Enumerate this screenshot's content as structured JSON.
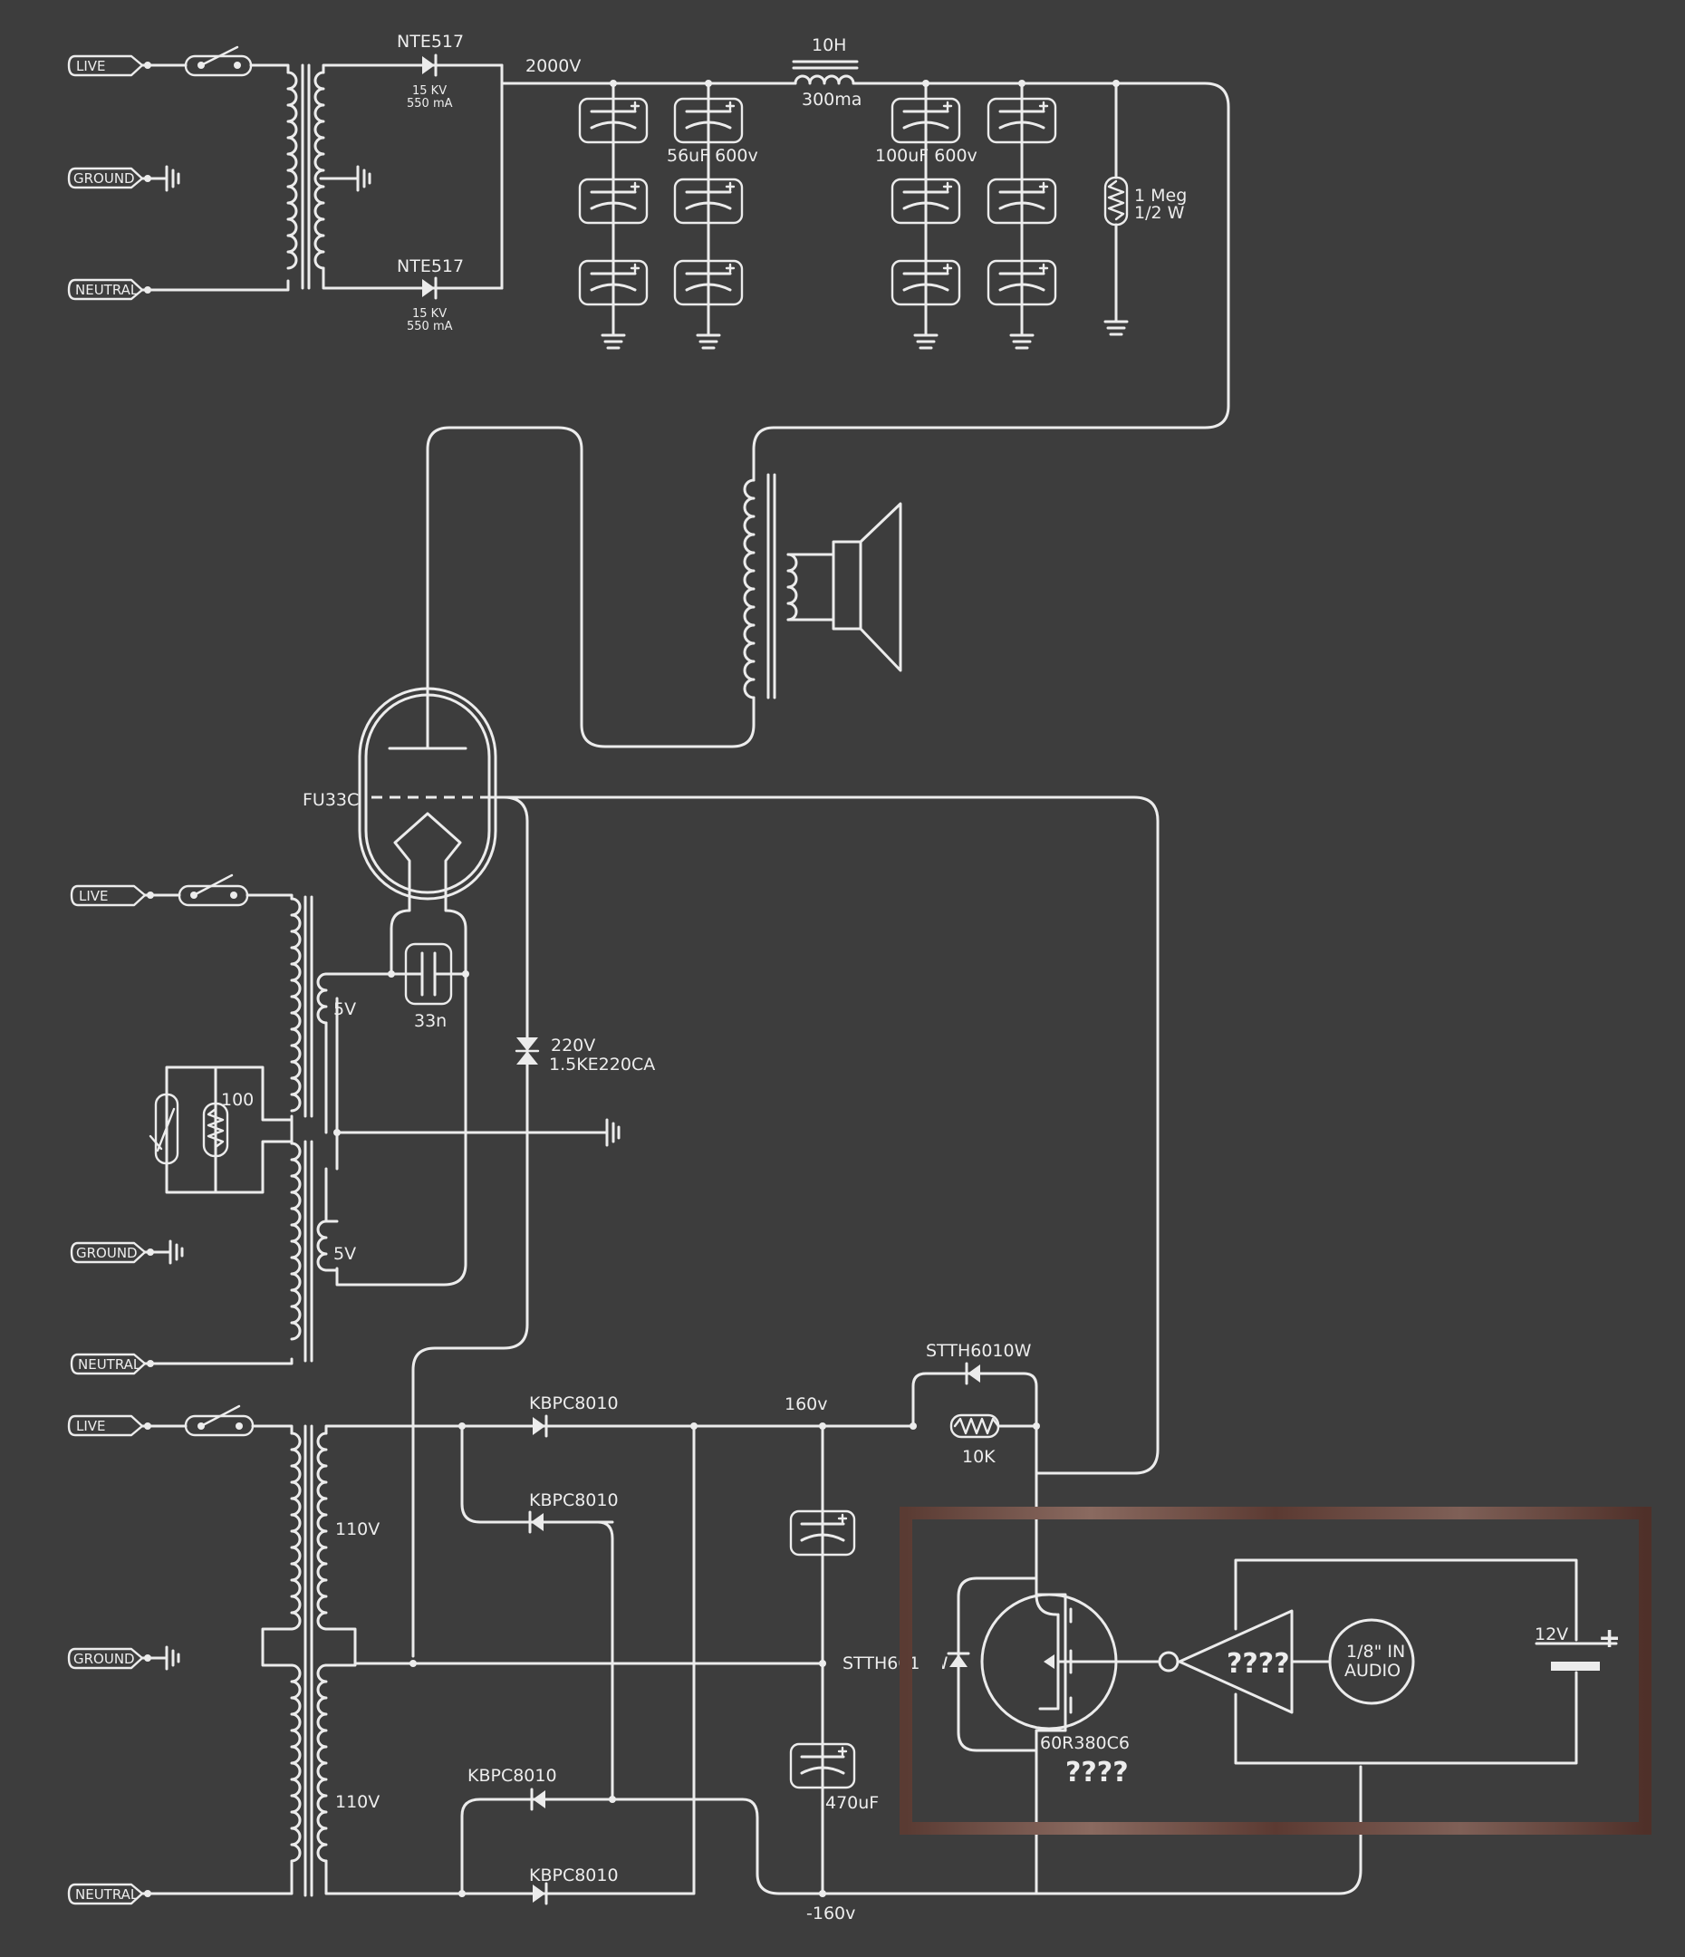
{
  "terminals": {
    "live": "LIVE",
    "ground": "GROUND",
    "neutral": "NEUTRAL"
  },
  "hv_supply": {
    "diode_top": "NTE517",
    "diode_top_rating_kv": "15 KV",
    "diode_top_rating_ma": "550 mA",
    "diode_bottom": "NTE517",
    "diode_bottom_rating_kv": "15 KV",
    "diode_bottom_rating_ma": "550 mA",
    "voltage": "2000V",
    "choke_inductance": "10H",
    "choke_current": "300ma",
    "cap_bank1": "56uF  600v",
    "cap_bank2": "100uF  600v",
    "bleeder_value": "1 Meg",
    "bleeder_power": "1/2 W"
  },
  "tube": {
    "name": "FU33C",
    "filament_cap": "33n",
    "filament_v1": "5V",
    "filament_v2": "5V",
    "thermistor_value": "100",
    "tvs_voltage": "220V",
    "tvs_part": "1.5KE220CA"
  },
  "bias_supply": {
    "bridge_1": "KBPC8010",
    "bridge_2": "KBPC8010",
    "bridge_3": "KBPC8010",
    "bridge_4": "KBPC8010",
    "secondary_1": "110V",
    "secondary_2": "110V",
    "pos_rail": "160v",
    "neg_rail": "-160v",
    "diode_top": "STTH6010W",
    "resistor": "10K",
    "cap": "470uF"
  },
  "driver": {
    "diode": "STTH6010W",
    "mosfet": "60R380C6",
    "mosfet_question": "????",
    "amp_label": "????",
    "input_line1": "1/8\" IN",
    "input_line2": "AUDIO",
    "battery": "12V",
    "battery_plus": "+"
  }
}
